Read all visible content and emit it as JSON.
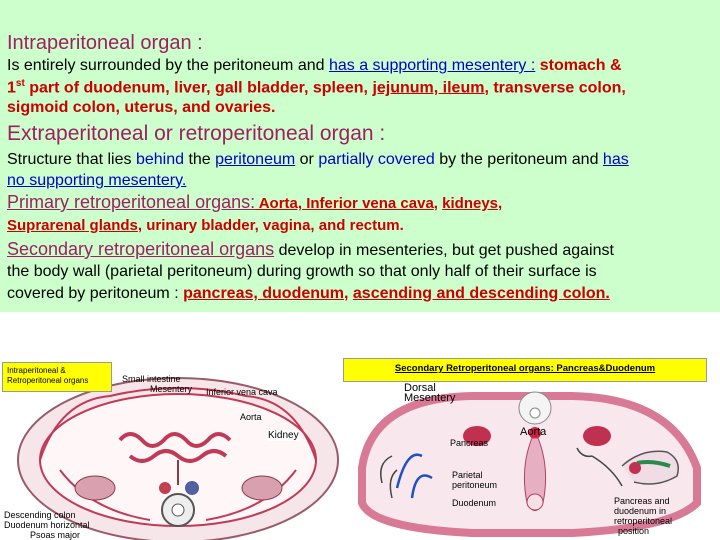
{
  "heading1": "Intraperitoneal organ :",
  "para1": {
    "pre": "Is  entirely surrounded by the peritoneum and ",
    "link": "has a supporting mesentery :",
    "organs_line1": "  stomach &",
    "line2_sup": "1",
    "line2_sup_tail": "st",
    "line2_a": " part of duodenum, liver, gall bladder, spleen, ",
    "line2_link": "jejunum, ileum",
    "line2_b": ", transverse colon,",
    "line3": "sigmoid colon, uterus, and ovaries."
  },
  "heading2": "Extraperitoneal or retroperitoneal organ :",
  "para2": {
    "a": "Structure that lies ",
    "b": "behind",
    "c": " the ",
    "d": "peritoneum",
    "e": " or ",
    "f": "partially covered",
    "g": " by the peritoneum and ",
    "h": "has",
    "line2": "no supporting mesentery."
  },
  "primary": {
    "label": "Primary retroperitoneal organs:",
    "a": "  Aorta, Inferior vena cava",
    "b": ",  ",
    "c": "kidneys,",
    "line2a": "Suprarenal glands",
    "line2b": ", urinary bladder, vagina, and rectum."
  },
  "secondary": {
    "label": "Secondary retroperitoneal organs",
    "tail": " develop in mesenteries, but get pushed against",
    "line2": "the body wall (parietal peritoneum) during growth so that only half of their surface is",
    "line3a": "covered by peritoneum :  ",
    "line3b": "pancreas, duodenum",
    "line3c": ",  ",
    "line3d": "ascending and descending colon."
  },
  "caption_left": "Intraperitoneal & Retroperitoneal organs",
  "caption_right": "Secondary Retroperitoneal organs: Pancreas&Duodenum",
  "diagram_left_labels": [
    "Small intestine",
    "Mesentery",
    "Inferior vena cava",
    "Aorta",
    "Descending colon",
    "Duodenum horizontal",
    "Psoas major"
  ],
  "diagram_right_labels": {
    "dorsal": "Dorsal",
    "mesentery": "Mesentery",
    "kidney": "Kidney",
    "aorta": "Aorta",
    "pancreas": "Pancreas",
    "parietal1": "Parietal",
    "parietal2": "peritoneum",
    "duodenum": "Duodenum",
    "note": [
      "Pancreas and",
      "duodenum in",
      "retroperitoneal",
      "position"
    ]
  },
  "colors": {
    "panel": "#ccffcc",
    "heading": "#9e1f63",
    "caption_bg": "#ffff00",
    "emphasis": "#cc0000",
    "link": "#0000cc"
  }
}
